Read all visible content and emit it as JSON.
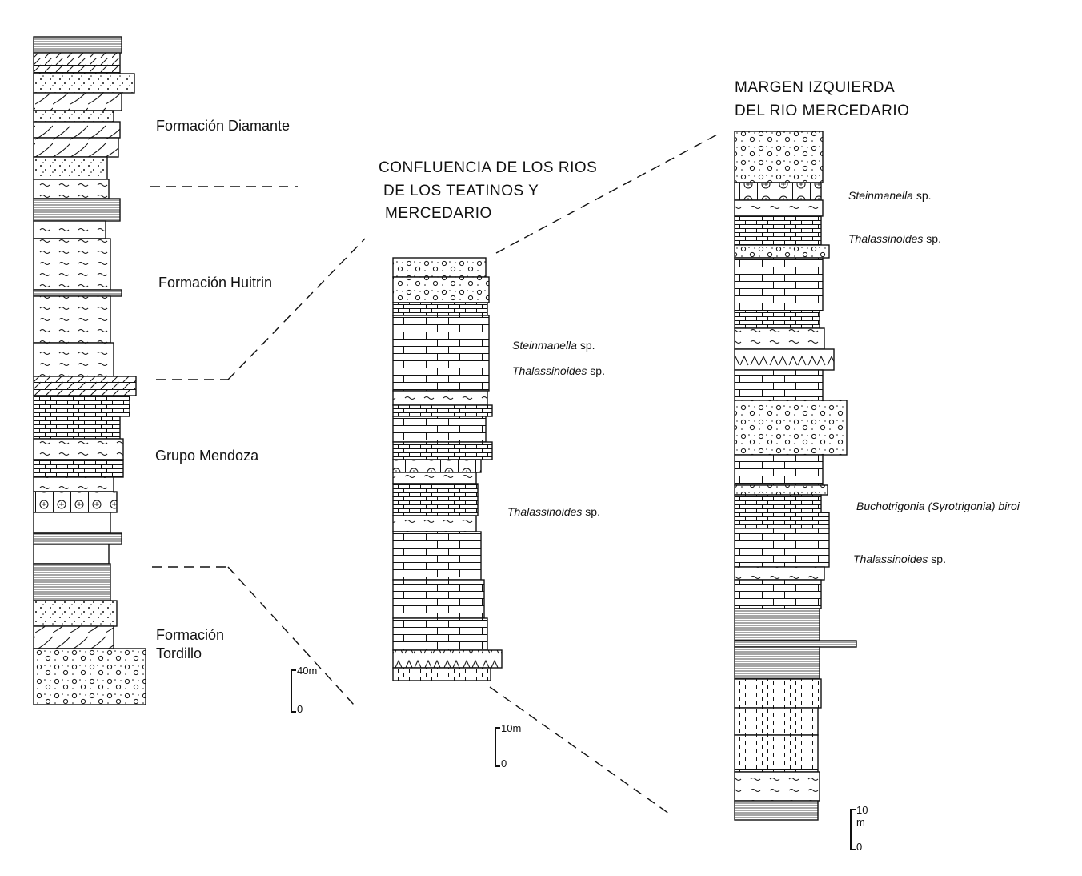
{
  "column1": {
    "formations": [
      {
        "label_lines": [
          "Formación Diamante"
        ]
      },
      {
        "label_lines": [
          "Formación Huitrin"
        ]
      },
      {
        "label_lines": [
          "Grupo Mendoza"
        ]
      },
      {
        "label_lines": [
          "Formación",
          "Tordillo"
        ]
      }
    ],
    "scale": {
      "top": "40m",
      "bottom": "0"
    }
  },
  "column2": {
    "title_lines": [
      "CONFLUENCIA DE LOS RIOS",
      "DE LOS TEATINOS Y",
      "MERCEDARIO"
    ],
    "fossils": [
      {
        "genus": "Steinmanella",
        "suffix": " sp."
      },
      {
        "genus": "Thalassinoides",
        "suffix": " sp."
      },
      {
        "genus": "Thalassinoides",
        "suffix": " sp."
      }
    ],
    "scale": {
      "top": "10m",
      "bottom": "0"
    }
  },
  "column3": {
    "title_lines": [
      "MARGEN IZQUIERDA",
      "DEL RIO MERCEDARIO"
    ],
    "fossils": [
      {
        "genus": "Steinmanella",
        "suffix": " sp."
      },
      {
        "genus": "Thalassinoides",
        "suffix": " sp."
      },
      {
        "genus": "Buchotrigonia (Syrotrigonia) biroi",
        "suffix": ""
      },
      {
        "genus": "Thalassinoides",
        "suffix": " sp."
      }
    ],
    "scale": {
      "top": "10 m",
      "bottom": "0"
    }
  }
}
